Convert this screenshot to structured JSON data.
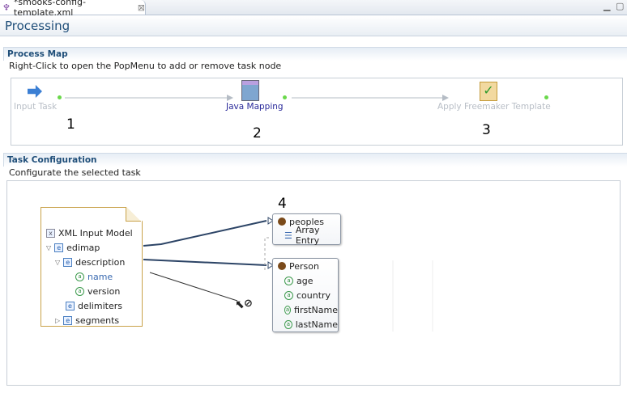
{
  "tab": {
    "title": "*smooks-config-template.xml",
    "close": "⊠"
  },
  "header": {
    "title": "Processing"
  },
  "process_map": {
    "title": "Process Map",
    "hint": "Right-Click to open the PopMenu to add or remove task node",
    "nodes": [
      {
        "label": "Input Task",
        "number": "1"
      },
      {
        "label": "Java Mapping",
        "number": "2"
      },
      {
        "label": "Apply Freemaker Template",
        "number": "3"
      }
    ]
  },
  "task_config": {
    "title": "Task Configuration",
    "hint": "Configurate the selected task",
    "number": "4"
  },
  "input_model": {
    "title": "XML Input Model",
    "items": [
      {
        "label": "edimap",
        "type": "e"
      },
      {
        "label": "description",
        "type": "e"
      },
      {
        "label": "name",
        "type": "a"
      },
      {
        "label": "version",
        "type": "a"
      },
      {
        "label": "delimiters",
        "type": "e"
      },
      {
        "label": "segments",
        "type": "e"
      }
    ]
  },
  "peoples": {
    "title": "peoples",
    "child": "Array Entry"
  },
  "person": {
    "title": "Person",
    "fields": [
      "age",
      "country",
      "firstName",
      "lastName"
    ]
  }
}
